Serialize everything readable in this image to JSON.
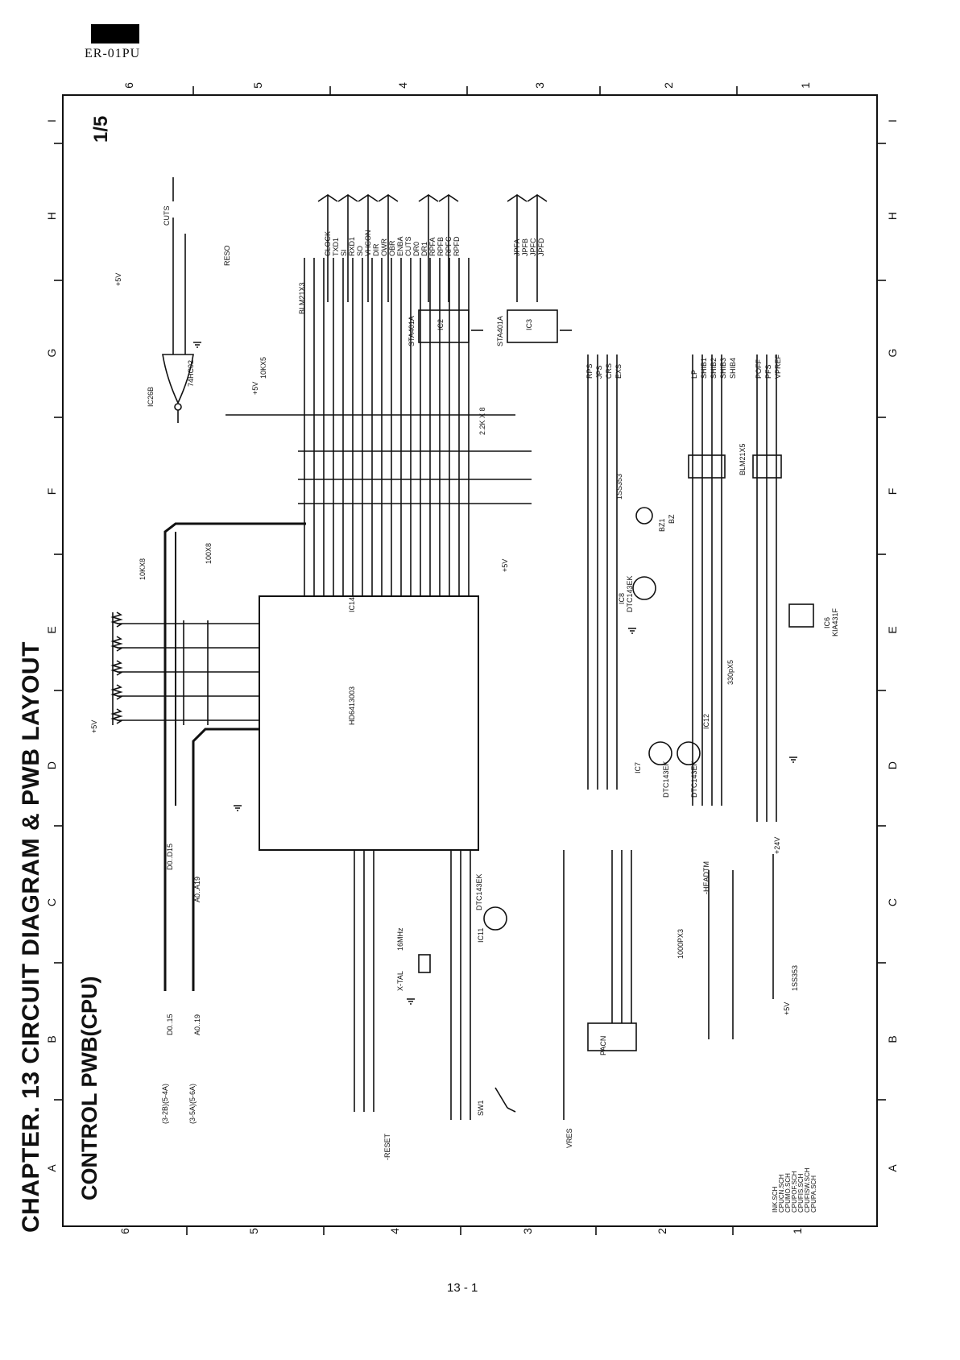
{
  "header": {
    "model": "ER-01PU"
  },
  "page": {
    "chapter_title": "CHAPTER. 13 CIRCUIT DIAGRAM & PWB LAYOUT",
    "section_title": "CONTROL PWB(CPU)",
    "sheet": "1/5",
    "page_number": "13 - 1"
  },
  "grid": {
    "top_numbers": [
      "6",
      "5",
      "4",
      "3",
      "2",
      "1"
    ],
    "bottom_numbers": [
      "6",
      "5",
      "4",
      "3",
      "2",
      "1"
    ],
    "left_letters": [
      "A",
      "B",
      "C",
      "D",
      "E",
      "F",
      "G",
      "H",
      "I"
    ],
    "right_letters": [
      "A",
      "B",
      "C",
      "D",
      "E",
      "F",
      "G",
      "H",
      "I"
    ]
  },
  "components": {
    "cpu_ref": "IC14",
    "cpu_part": "HD6413003",
    "ic26": "IC26B",
    "ic26_part": "74HC02",
    "ic2": "IC2",
    "ic3": "IC3",
    "sta": "STA401A",
    "ic6": "IC6",
    "ic6_part": "KIA431F",
    "ic7": "IC7",
    "ic8": "IC8",
    "ic11": "IC11",
    "ic12": "IC12",
    "dtc": "DTC143EK",
    "pacn": "PACN",
    "sw1": "SW1",
    "bz1": "BZ1",
    "bz": "BZ",
    "xtal": "X-TAL",
    "xtal_freq": "16MHz",
    "blm21x3": "BLM21X3",
    "blm21x5": "BLM21X5",
    "d2_part": "1SS353",
    "d1_part": "1SS353",
    "res_array": "10KX8",
    "res_array2": "100X8",
    "res_array3": "10KX5",
    "res_2k2": "2.2K X 8",
    "cap_330p": "330pX5",
    "cap_1000p3": "1000PX3"
  },
  "labels": {
    "cuts": "CUTS",
    "reso": "RESO",
    "d0_15": "D0..15",
    "a0_19": "A0..19",
    "d0_d15": "D0..D15",
    "a0_a19": "A0..A19",
    "reset": "-RESET",
    "vres": "VRES",
    "plus5v": "+5V",
    "plus24v": "+24V",
    "headtm": "-HEADTM",
    "ref_1": "(3-2B)(5-4A)",
    "ref_2": "(3-5A)(5-6A)",
    "net_list_right": [
      "CLOCK",
      "TXD1",
      "SI",
      "RXD1",
      "SO",
      "VHCON",
      "DIR",
      "OWR",
      "OBR",
      "ENBA",
      "CUTS",
      "DR0",
      "DR1"
    ],
    "net_list_mid": [
      "RPFA",
      "RPFB",
      "RPFC",
      "RPFD"
    ],
    "net_list_mid2": [
      "JPFA",
      "JPFB",
      "JPFC",
      "JPFD"
    ],
    "net_list_sensors": [
      "RPS",
      "JPS",
      "CRS",
      "EXS"
    ],
    "net_list_motor": [
      "LP",
      "SHIB1",
      "SHIB2",
      "SHIB3",
      "SHIB4"
    ],
    "net_list_power": [
      "POFF",
      "PFS",
      "VPREF"
    ],
    "files": [
      "INK.SCH",
      "CPUCN.SCH",
      "CPUMO.SCH",
      "CPUPOF.SCH",
      "CPUFIS.SCH",
      "CPUFISW.SCH",
      "CPUPA.SCH"
    ]
  }
}
